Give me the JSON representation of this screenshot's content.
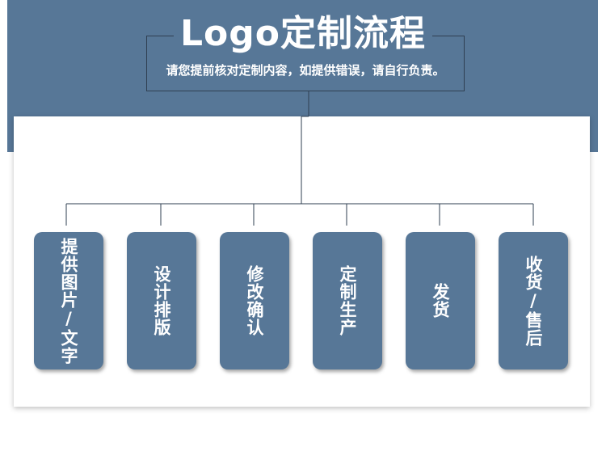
{
  "header": {
    "title": "Logo定制流程",
    "subtitle": "请您提前核对定制内容，如提供错误，请自行负责。"
  },
  "steps": [
    {
      "label": "提供图片/文字"
    },
    {
      "label": "设计排版"
    },
    {
      "label": "修改确认"
    },
    {
      "label": "定制生产"
    },
    {
      "label": "发货"
    },
    {
      "label": "收货/售后"
    }
  ],
  "colors": {
    "accent": "#577797",
    "line": "#2f3f52",
    "background": "#ffffff"
  }
}
